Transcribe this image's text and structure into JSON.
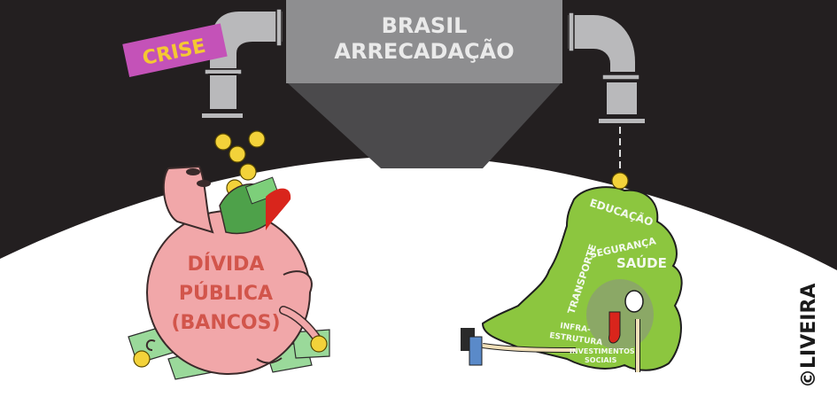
{
  "cartoon": {
    "machine": {
      "line1": "BRASIL",
      "line2": "ARRECADAÇÃO"
    },
    "crisis_tag": "CRISE",
    "pig": {
      "line1": "DÍVIDA",
      "line2": "PÚBLICA",
      "line3": "(BANCOS)"
    },
    "state_labels": {
      "educacao": "EDUCAÇÃO",
      "seguranca": "SEGURANÇA",
      "saude": "SAÚDE",
      "transporte": "TRANSPORTE",
      "infra1": "INFRA-",
      "infra2": "ESTRUTURA",
      "invest1": "INVESTIMENTOS",
      "invest2": "SOCIAIS"
    },
    "signature": "©LIVEIRA",
    "coin_symbol": "$",
    "colors": {
      "sky": "#231f20",
      "ground": "#ffffff",
      "machine_top": "#8e8e90",
      "machine_hopper": "#4b4a4c",
      "pipe": "#b9b9bb",
      "crise_bg": "#c452b8",
      "crise_text": "#f5c832",
      "pig": "#f1a7a9",
      "pig_text": "#d2554b",
      "state": "#8cc63f",
      "money": "#7dcf7a",
      "coin": "#f3d23a",
      "tongue": "#d9251c"
    }
  }
}
